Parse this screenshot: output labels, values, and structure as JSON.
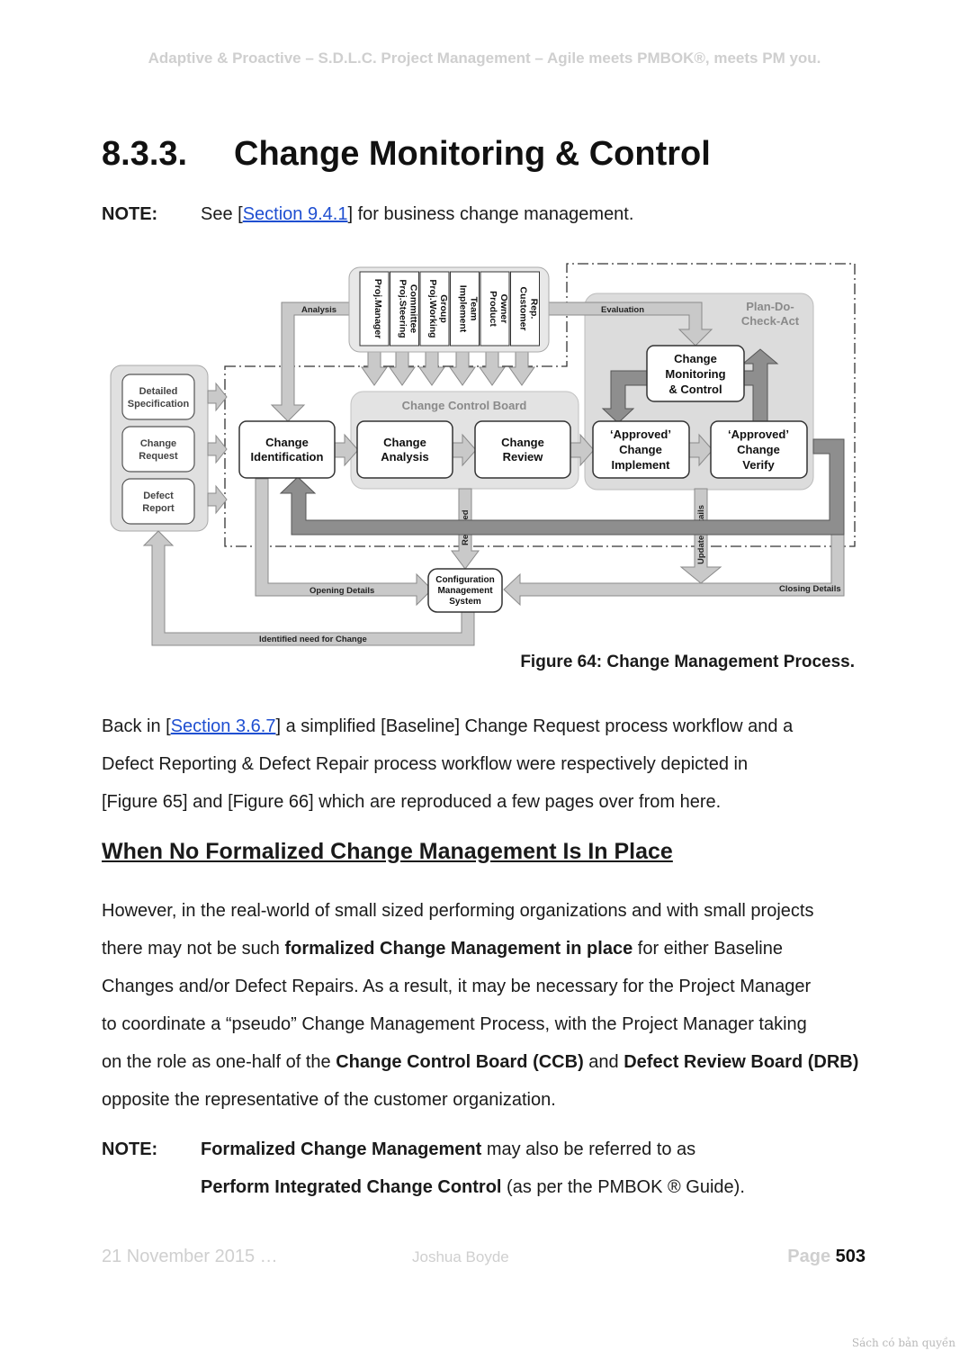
{
  "header": {
    "running_title": "Adaptive & Proactive – S.D.L.C. Project Management – Agile meets PMBOK®, meets PM you."
  },
  "section": {
    "number": "8.3.3.",
    "title": "Change Monitoring & Control"
  },
  "note1": {
    "label": "NOTE:",
    "pre": "See [",
    "link": "Section 9.4.1",
    "post": "] for business change management."
  },
  "figure": {
    "stakeholders": [
      {
        "line1": "Proj.Manager",
        "line2": ""
      },
      {
        "line1": "Proj.Steering",
        "line2": "Committee"
      },
      {
        "line1": "Proj.Working",
        "line2": "Group"
      },
      {
        "line1": "Implement",
        "line2": "Team"
      },
      {
        "line1": "Product",
        "line2": "Owner"
      },
      {
        "line1": "Customer",
        "line2": "Rep."
      }
    ],
    "inputs": [
      {
        "line1": "Detailed",
        "line2": "Specification"
      },
      {
        "line1": "Change",
        "line2": "Request"
      },
      {
        "line1": "Defect",
        "line2": "Report"
      }
    ],
    "ccb_label": "Change Control Board",
    "pdca_line1": "Plan-Do-",
    "pdca_line2": "Check-Act",
    "nodes": {
      "identification": {
        "line1": "Change",
        "line2": "Identification"
      },
      "analysis": {
        "line1": "Change",
        "line2": "Analysis"
      },
      "review": {
        "line1": "Change",
        "line2": "Review"
      },
      "implement": {
        "line1": "‘Approved’",
        "line2": "Change",
        "line3": "Implement"
      },
      "verify": {
        "line1": "‘Approved’",
        "line2": "Change",
        "line3": "Verify"
      },
      "monitoring": {
        "line1": "Change",
        "line2": "Monitoring",
        "line3": "& Control"
      },
      "cms": {
        "line1": "Configuration",
        "line2": "Management",
        "line3": "System"
      }
    },
    "flow_labels": {
      "analysis": "Analysis",
      "evaluation": "Evaluation",
      "rejected": "Rejected",
      "update_details": "Update Details",
      "opening_details": "Opening Details",
      "closing_details": "Closing Details",
      "identified_need": "Identified need for Change"
    },
    "caption": "Figure 64: Change Management Process."
  },
  "para1": {
    "a": "Back in [",
    "link": "Section 3.6.7",
    "b": "] a simplified [Baseline] Change Request process workflow and a",
    "line2": "Defect Reporting & Defect Repair process workflow were respectively depicted in",
    "line3": "[Figure 65] and [Figure 66] which are reproduced a few pages over from here."
  },
  "subheading": "When No Formalized Change Management Is In Place",
  "para2": {
    "l1": "However, in the real-world of small sized performing organizations and with small projects",
    "l2a": "there may not be such ",
    "l2b": "formalized Change Management in place",
    "l2c": " for either Baseline",
    "l3": "Changes and/or Defect Repairs.  As a result, it may be necessary for the Project Manager",
    "l4": "to coordinate a “pseudo” Change Management Process, with the Project Manager taking",
    "l5a": "on the role as one-half of the ",
    "l5b": "Change Control Board (CCB)",
    "l5c": " and ",
    "l5d": "Defect Review Board (DRB)",
    "l6": "opposite the representative of the customer organization."
  },
  "note2": {
    "label": "NOTE:",
    "l1b": "Formalized Change Management",
    "l1c": " may also be referred to as",
    "l2b": "Perform Integrated Change Control",
    "l2c": " (as per the PMBOK ® Guide)."
  },
  "footer": {
    "date": "21 November 2015 …",
    "author": "Joshua Boyde",
    "page_label": "Page ",
    "page_number": "503"
  },
  "watermark": "Sách có bản quyền"
}
